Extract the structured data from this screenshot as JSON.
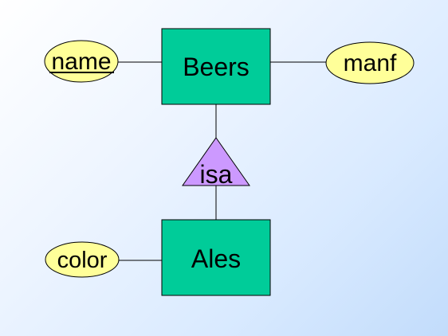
{
  "entities": {
    "beers": {
      "label": "Beers"
    },
    "ales": {
      "label": "Ales"
    }
  },
  "attributes": {
    "name": {
      "label": "name",
      "key": true
    },
    "manf": {
      "label": "manf",
      "key": false
    },
    "color": {
      "label": "color",
      "key": false
    }
  },
  "relationship": {
    "label": "isa"
  },
  "colors": {
    "entity_fill": "#00cc99",
    "attribute_fill": "#ffff99",
    "isa_fill": "#cc99ff",
    "line": "#000000"
  }
}
